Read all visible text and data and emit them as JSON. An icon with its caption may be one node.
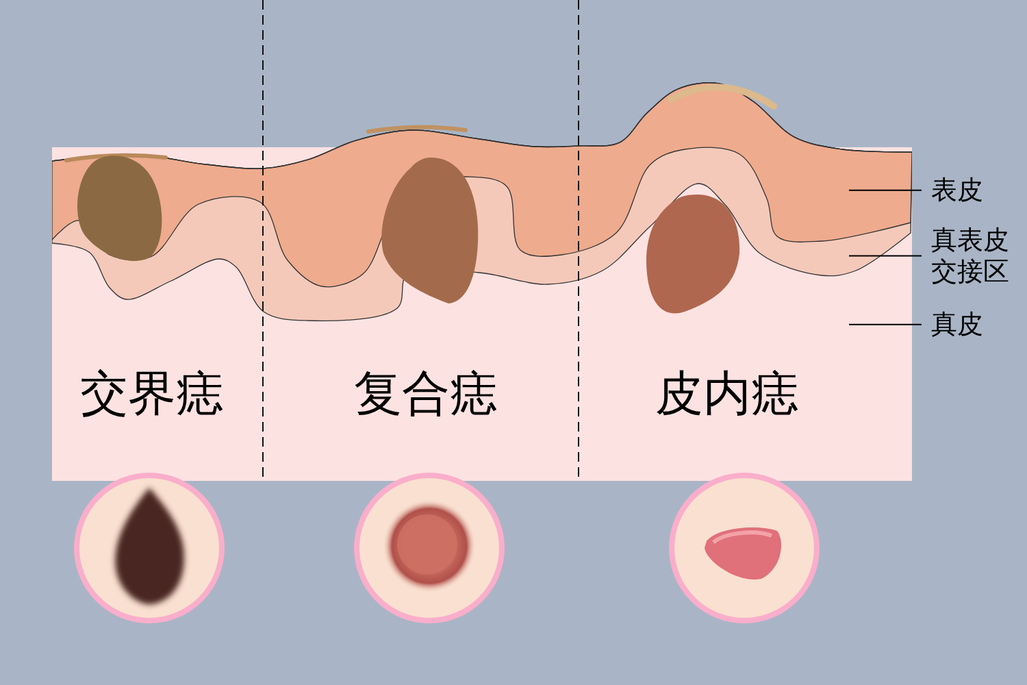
{
  "diagram": {
    "nodes": [
      {
        "text": [
          "表皮"
        ]
      },
      {
        "text": [
          "真表皮交接区"
        ]
      },
      {
        "text": [
          "真皮"
        ]
      }
    ],
    "edges": [
      {
        "from": 0,
        "to": null,
        "arrow": "none"
      },
      {
        "from": 1,
        "to": null,
        "arrow": "none"
      },
      {
        "from": 2,
        "to": null,
        "arrow": "none"
      }
    ],
    "labels": [
      "交界痣",
      "复合痣",
      "皮内痣"
    ]
  }
}
